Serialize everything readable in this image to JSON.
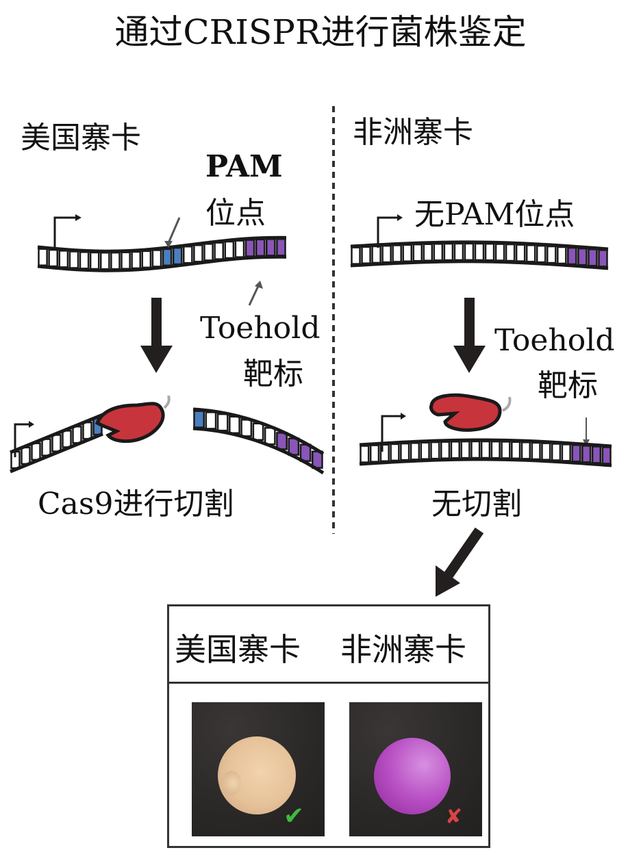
{
  "title": "通过CRISPR进行菌株鉴定",
  "left_panel": {
    "heading": "美国寨卡",
    "pam_label_line1": "PAM",
    "pam_label_line2": "位点",
    "toehold_line1": "Toehold",
    "toehold_line2": "靶标",
    "result_label": "Cas9进行切割"
  },
  "right_panel": {
    "heading": "非洲寨卡",
    "pam_label": "无PAM位点",
    "toehold_line1": "Toehold",
    "toehold_line2": "靶标",
    "result_label": "无切割"
  },
  "result_box": {
    "labels": [
      "美国寨卡",
      "非洲寨卡"
    ],
    "outcomes": [
      {
        "strain": "美国寨卡",
        "colony_color": "#e6c299",
        "mark": "✔",
        "mark_color": "#3dbb3d",
        "mark_icon": "check-icon"
      },
      {
        "strain": "非洲寨卡",
        "colony_color": "#b84fc4",
        "mark": "✘",
        "mark_color": "#d94444",
        "mark_icon": "cross-icon"
      }
    ]
  },
  "colors": {
    "pam_site": "#4a7fc0",
    "toehold_target": "#8a55b8",
    "cas9": "#c8343c",
    "dna_strand": "#1a1a1a"
  }
}
